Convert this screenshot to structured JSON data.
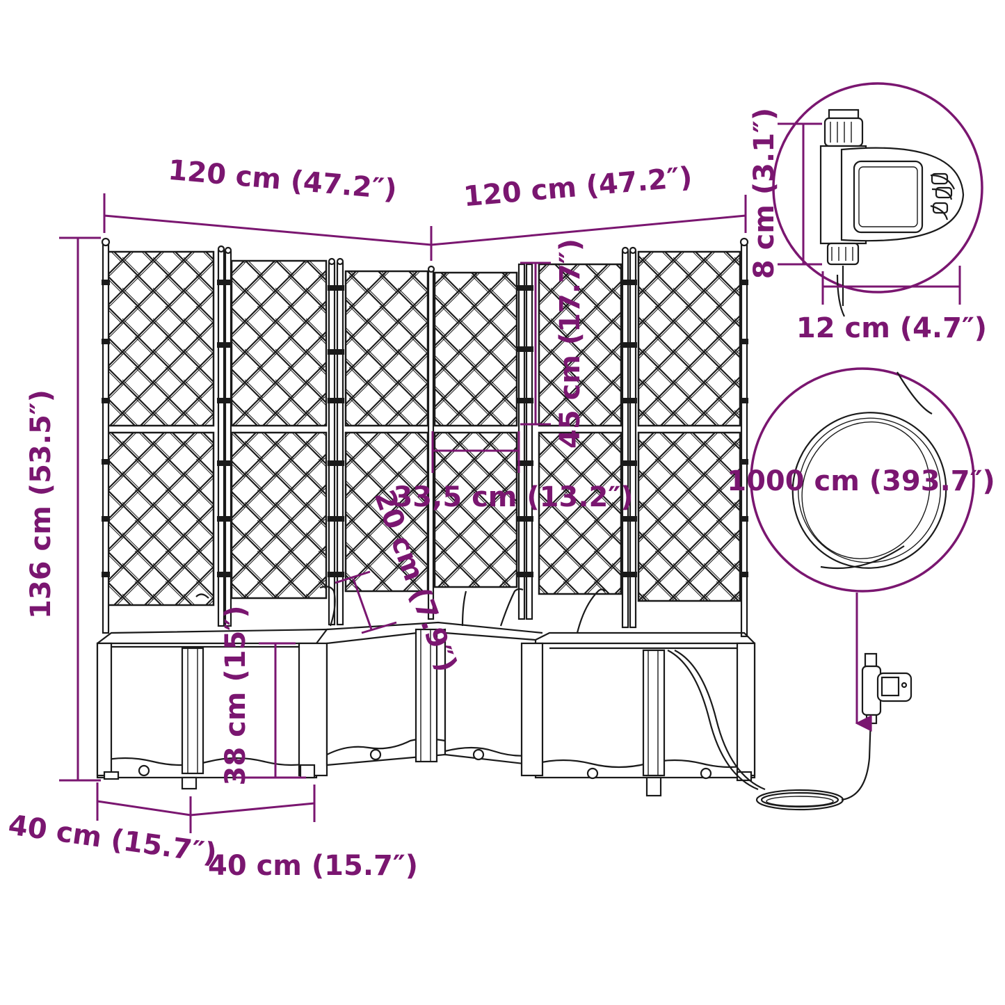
{
  "dimensions": {
    "width_left": "120 cm (47.2″)",
    "width_right": "120 cm (47.2″)",
    "height_total": "136 cm (53.5″)",
    "depth_left": "40 cm (15.7″)",
    "depth_front": "40 cm (15.7″)",
    "planter_height": "38 cm (15″)",
    "lattice_height": "45 cm (17.7″)",
    "lattice_width": "33,5 cm (13.2″)",
    "spike_length": "20 cm (7.9″)"
  },
  "timer_detail": {
    "height": "8 cm (3.1″)",
    "width": "12 cm (4.7″)",
    "icon": "water-timer-icon"
  },
  "hose_detail": {
    "length": "1000 cm (393.7″)",
    "icon": "hose-coil-icon"
  },
  "colors": {
    "dimension": "#7a1670",
    "line_art": "#1a1a1a"
  }
}
